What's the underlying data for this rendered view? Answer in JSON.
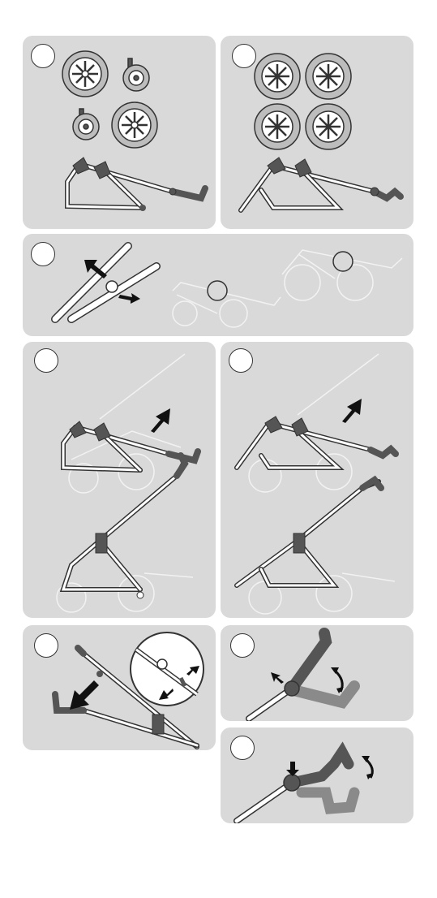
{
  "figure": {
    "colors": {
      "panel": "#d9d9d9",
      "frame": "#ffffff",
      "outline": "#333333",
      "dark_part": "#555555",
      "arrow": "#111111",
      "ghost": "#f2f2f2",
      "handle_ghost": "#8a8a8a"
    },
    "panels": [
      {
        "step": "",
        "content": "wheels-and-frame"
      },
      {
        "step": "",
        "content": "large-wheels-and-frame"
      },
      {
        "step": "",
        "content": "release-latch"
      },
      {
        "step": "",
        "content": "unfold-small-wheel-frame"
      },
      {
        "step": "",
        "content": "unfold-large-wheel-frame"
      },
      {
        "step": "",
        "content": "fold-with-detail"
      },
      {
        "step": "",
        "content": "handle-adjust"
      },
      {
        "step": "",
        "content": "handle-adjust-alt"
      }
    ]
  }
}
